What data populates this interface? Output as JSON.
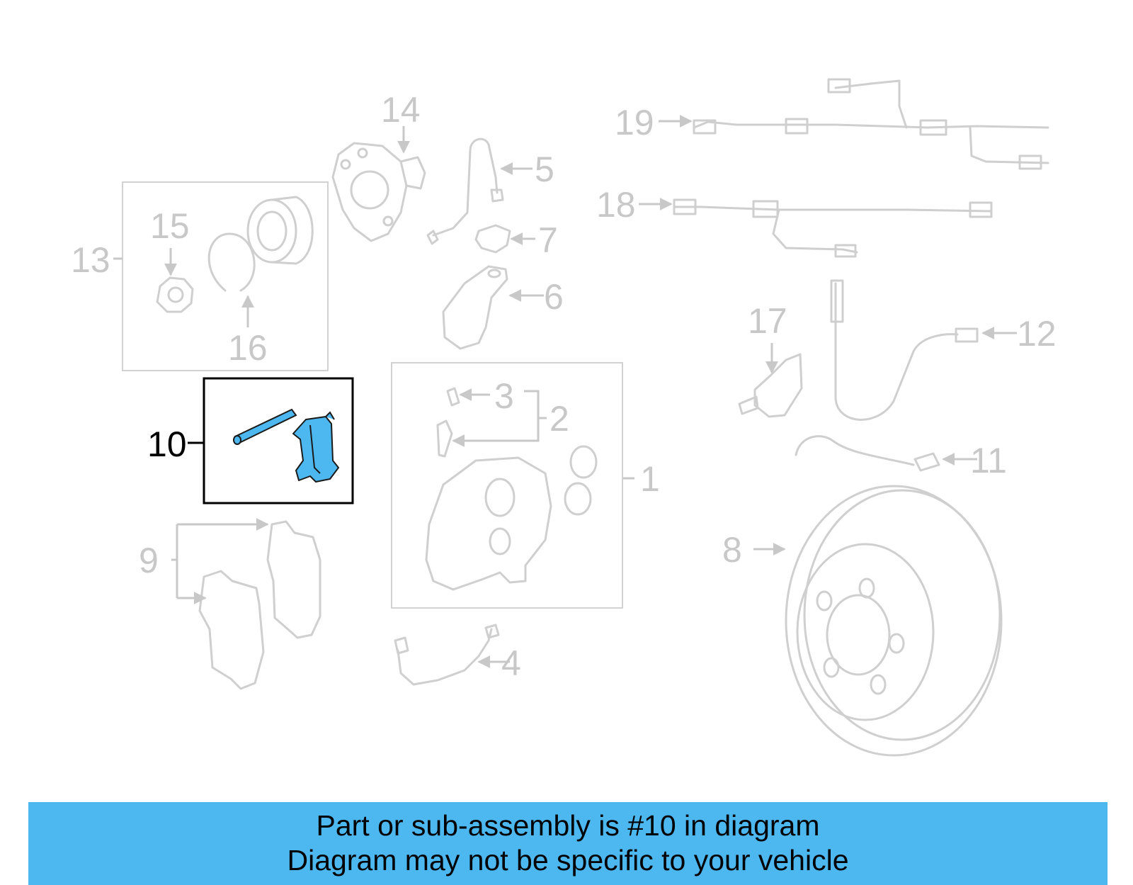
{
  "diagram": {
    "highlight_label": "10",
    "highlight_color": "#4db8f0",
    "labels": [
      {
        "id": "l1",
        "text": "1"
      },
      {
        "id": "l2",
        "text": "2"
      },
      {
        "id": "l3",
        "text": "3"
      },
      {
        "id": "l4",
        "text": "4"
      },
      {
        "id": "l5",
        "text": "5"
      },
      {
        "id": "l6",
        "text": "6"
      },
      {
        "id": "l7",
        "text": "7"
      },
      {
        "id": "l8",
        "text": "8"
      },
      {
        "id": "l9",
        "text": "9"
      },
      {
        "id": "l11",
        "text": "11"
      },
      {
        "id": "l12",
        "text": "12"
      },
      {
        "id": "l13",
        "text": "13"
      },
      {
        "id": "l14",
        "text": "14"
      },
      {
        "id": "l15",
        "text": "15"
      },
      {
        "id": "l16",
        "text": "16"
      },
      {
        "id": "l17",
        "text": "17"
      },
      {
        "id": "l18",
        "text": "18"
      },
      {
        "id": "l19",
        "text": "19"
      }
    ]
  },
  "banner": {
    "line1": "Part or sub-assembly is #10 in diagram",
    "line2": "Diagram may not be specific to your vehicle",
    "color": "#4db8f0"
  }
}
